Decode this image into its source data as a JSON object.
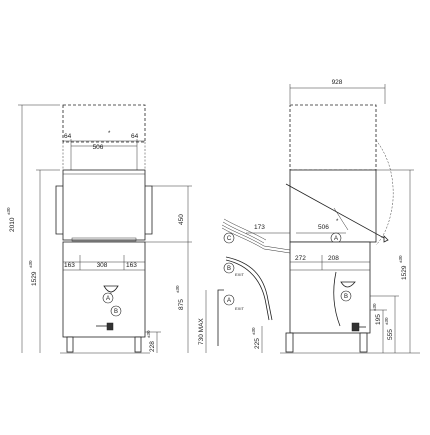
{
  "dimensions": {
    "top_width": "928",
    "front_height_total": "2010",
    "front_height_total_tol": "±30",
    "front_height_open": "1529",
    "front_height_open_tol": "±30",
    "side_height_open": "1529",
    "side_height_open_tol": "±30",
    "hood_side_left": "64",
    "hood_side_right": "64",
    "hood_inner_width": "506",
    "hood_width_side": "506",
    "star": "*",
    "hood_travel": "450",
    "base_left": "163",
    "base_center": "308",
    "base_right": "163",
    "work_height": "875",
    "work_height_tol": "±30",
    "leg_height_front": "228",
    "leg_height_front_tol": "±30",
    "side_offset_173": "173",
    "side_272": "272",
    "side_208": "208",
    "side_195": "195",
    "side_195_tol": "±30",
    "side_555": "555",
    "side_555_tol": "±30",
    "max_730": "730 MAX",
    "side_225": "225",
    "side_225_tol": "±30"
  },
  "connections": {
    "a_label": "A",
    "b_label": "B",
    "c_label": "C",
    "exit_label": "EXIT"
  }
}
